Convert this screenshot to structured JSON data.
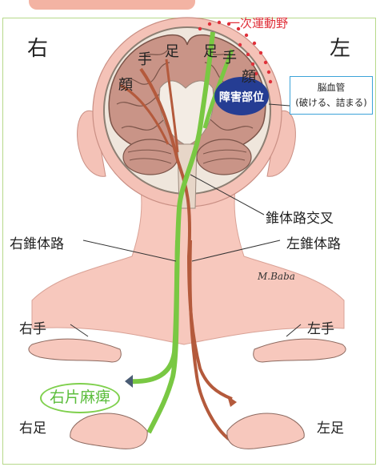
{
  "labels": {
    "right": "右",
    "left": "左",
    "motor_cortex": "一次運動野",
    "lesion": "障害部位",
    "vessel_title": "脳血管",
    "vessel_detail": "(破ける、詰まる)",
    "decussation": "錐体路交叉",
    "right_tract": "右錐体路",
    "left_tract": "左錐体路",
    "right_hand": "右手",
    "left_hand": "左手",
    "right_foot": "右足",
    "left_foot": "左足",
    "paralysis": "右片麻痺",
    "signature": "M.Baba",
    "r_face": "顔",
    "r_hand_cortex": "手",
    "r_foot_cortex": "足",
    "l_foot_cortex": "足",
    "l_hand_cortex": "手",
    "l_face_cortex": "顔"
  },
  "colors": {
    "left_tract": "#79c843",
    "right_tract": "#b45a3c",
    "lesion": "#253d93",
    "motor_dots": "#e0303a"
  }
}
